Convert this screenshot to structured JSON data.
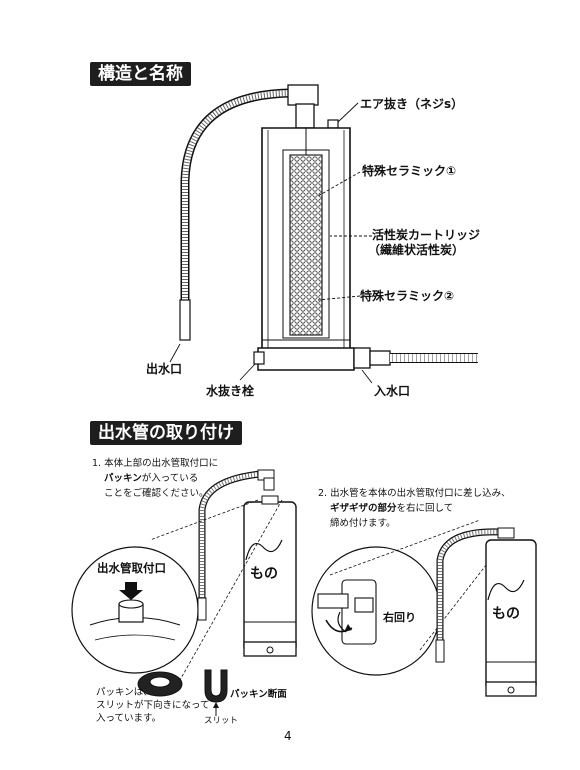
{
  "sections": {
    "structure_title": "構造と名称",
    "install_title": "出水管の取り付け"
  },
  "parts": {
    "air_vent": "エア抜き（ネジs）",
    "ceramic1": "特殊セラミック①",
    "carbon_line1": "活性炭カートリッジ",
    "carbon_line2": "（繊維状活性炭）",
    "ceramic2": "特殊セラミック②",
    "outlet": "出水口",
    "drain_plug": "水抜き栓",
    "inlet": "入水口"
  },
  "steps": {
    "step1_line1": "1. 本体上部の出水管取付口に",
    "step1_bold": "パッキン",
    "step1_line2_rest": "が入っている",
    "step1_line3": "ことをご確認ください。",
    "step2_line1": "2. 出水管を本体の出水管取付口に差し込み、",
    "step2_bold": "ギザギザの部分",
    "step2_line2_rest": "を右に回して",
    "step2_line3": "締め付けます。"
  },
  "callouts": {
    "port_label": "出水管取付口",
    "packing_note_line1": "パッキンは、",
    "packing_note_line2": "スリットが下向きになって",
    "packing_note_line3": "入っています。",
    "packing_section": "パッキン断面",
    "slit": "スリット",
    "rotate_right": "右回り"
  },
  "page_number": "4"
}
